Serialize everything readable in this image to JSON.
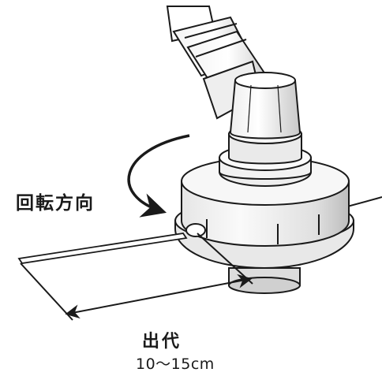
{
  "labels": {
    "rotation_direction": "回転方向",
    "line_length_title": "出代",
    "line_length_value": "10〜15cm"
  },
  "colors": {
    "line": "#1a1a1a",
    "background": "#ffffff",
    "shade_light": "#f2f2f2",
    "shade_mid": "#dcdcdc",
    "shade_dark": "#b8b8b8"
  }
}
